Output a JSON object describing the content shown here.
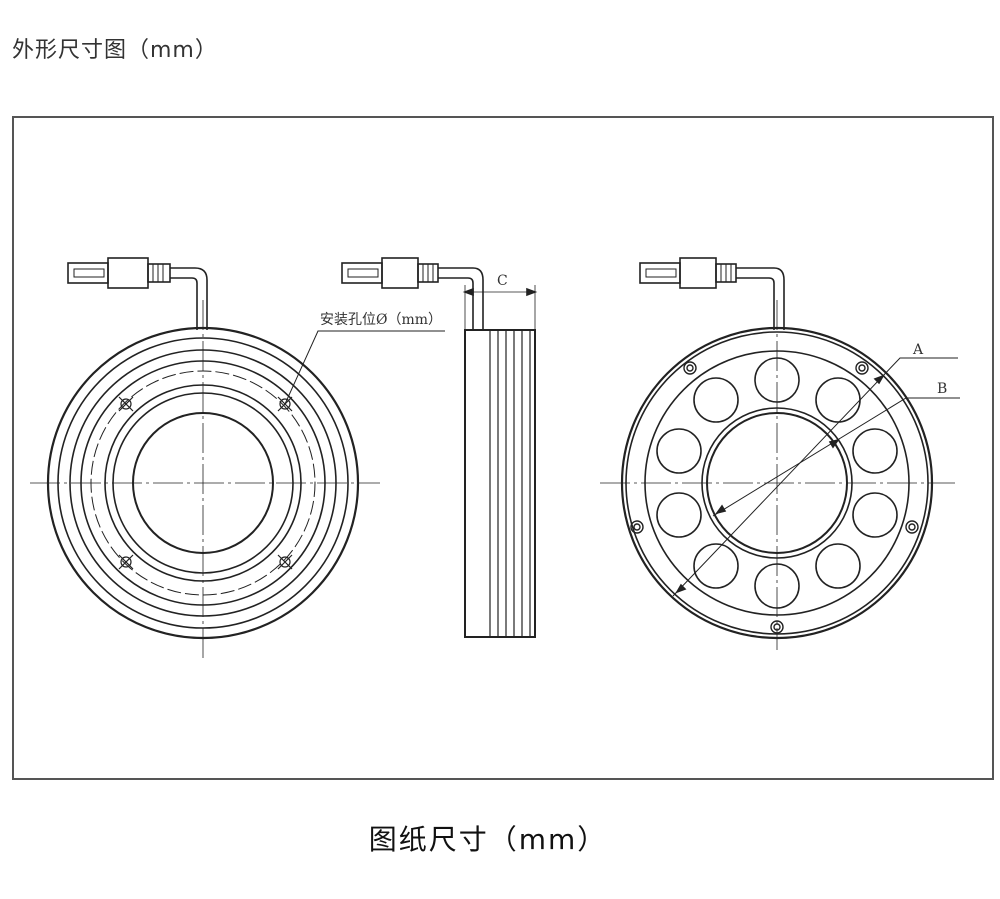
{
  "header": {
    "title": "外形尺寸图（mm）"
  },
  "drawing": {
    "mount_hole_label": "安装孔位Ø（mm）",
    "dim_c": "C",
    "dim_a": "A",
    "dim_b": "B",
    "line_color": "#222222"
  },
  "footer": {
    "caption": "图纸尺寸（mm）"
  }
}
